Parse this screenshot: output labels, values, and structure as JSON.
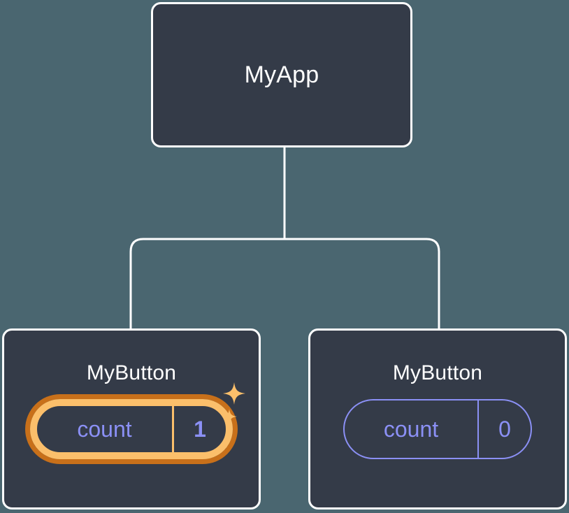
{
  "diagram": {
    "type": "component-tree",
    "title": "MyApp component tree with MyButton children",
    "background_color": "#4a6670",
    "node_fill_color": "#343b48",
    "node_border_color": "#ffffff",
    "edge_color": "#ffffff",
    "state_accent_color": "#8b90f5",
    "highlight_inner_color": "#fbbf6b",
    "highlight_outer_color": "#c8701a"
  },
  "root": {
    "label": "MyApp"
  },
  "children": [
    {
      "label": "MyButton",
      "state": {
        "key": "count",
        "value": "1",
        "highlighted": true,
        "sparkles": [
          "sparkle-large",
          "sparkle-small"
        ]
      }
    },
    {
      "label": "MyButton",
      "state": {
        "key": "count",
        "value": "0",
        "highlighted": false
      }
    }
  ]
}
